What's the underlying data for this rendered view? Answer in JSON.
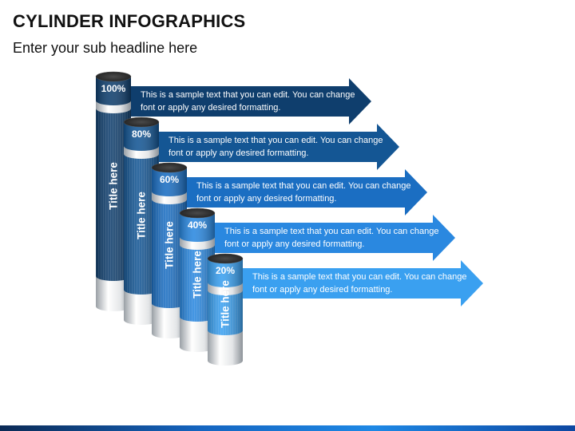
{
  "header": {
    "title": "CYLINDER INFOGRAPHICS",
    "subtitle": "Enter your sub headline here"
  },
  "items": [
    {
      "percent": "100%",
      "title": "Title here",
      "text": "This is a sample text that you can edit. You can change font or apply any desired formatting.",
      "color": "#0f3e6d"
    },
    {
      "percent": "80%",
      "title": "Title here",
      "text": "This is a sample text that you can edit. You can change font or apply any desired formatting.",
      "color": "#145694"
    },
    {
      "percent": "60%",
      "title": "Title here",
      "text": "This is a sample text that you can edit. You can change font or apply any desired formatting.",
      "color": "#1b6ec2"
    },
    {
      "percent": "40%",
      "title": "Title here",
      "text": "This is a sample text that you can edit. You can change font or apply any desired formatting.",
      "color": "#2a88e0"
    },
    {
      "percent": "20%",
      "title": "Title here",
      "text": "This is a sample text that you can edit. You can change font or apply any desired formatting.",
      "color": "#3aa0f0"
    }
  ]
}
